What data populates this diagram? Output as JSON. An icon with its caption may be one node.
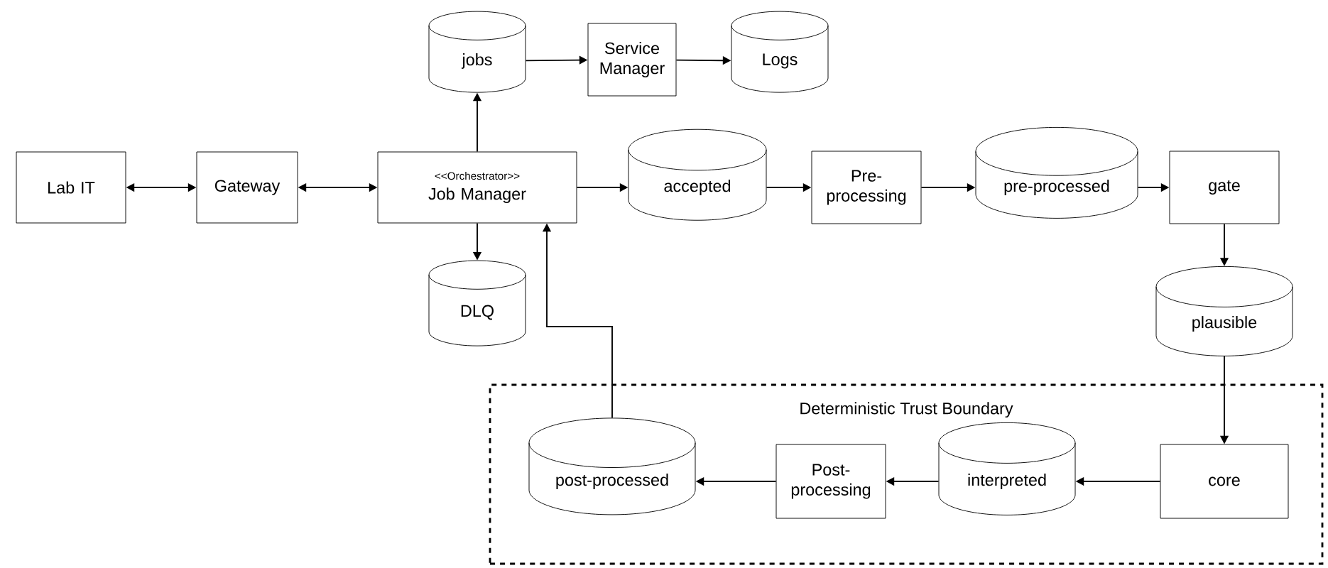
{
  "diagram": {
    "nodes": [
      {
        "text": [
          "Lab IT"
        ]
      },
      {
        "text": [
          "Gateway"
        ]
      },
      {
        "text": [
          "<<Orchestrator>>",
          "Job Manager"
        ]
      },
      {
        "text": [
          "jobs"
        ]
      },
      {
        "text": [
          "Service Manager"
        ]
      },
      {
        "text": [
          "Logs"
        ]
      },
      {
        "text": [
          "accepted"
        ]
      },
      {
        "text": [
          "Pre-processing"
        ]
      },
      {
        "text": [
          "pre-processed"
        ]
      },
      {
        "text": [
          "gate"
        ]
      },
      {
        "text": [
          "DLQ"
        ]
      },
      {
        "text": [
          "plausible"
        ]
      },
      {
        "text": [
          "Deterministic Trust Boundary"
        ]
      },
      {
        "text": [
          "core"
        ],
        "in": 12
      },
      {
        "text": [
          "interpreted"
        ],
        "in": 12
      },
      {
        "text": [
          "Post-processing"
        ],
        "in": 12
      },
      {
        "text": [
          "post-processed"
        ],
        "in": 12
      }
    ],
    "edges": [
      {
        "from": 0,
        "to": 1,
        "arrow": "both"
      },
      {
        "from": 1,
        "to": 2,
        "arrow": "both"
      },
      {
        "from": 2,
        "to": 3,
        "arrow": "to"
      },
      {
        "from": 3,
        "to": 4,
        "arrow": "to"
      },
      {
        "from": 4,
        "to": 5,
        "arrow": "to"
      },
      {
        "from": 2,
        "to": 6,
        "arrow": "to"
      },
      {
        "from": 6,
        "to": 7,
        "arrow": "to"
      },
      {
        "from": 7,
        "to": 8,
        "arrow": "to"
      },
      {
        "from": 8,
        "to": 9,
        "arrow": "to"
      },
      {
        "from": 2,
        "to": 10,
        "arrow": "to"
      },
      {
        "from": 9,
        "to": 11,
        "arrow": "to"
      },
      {
        "from": 11,
        "to": 13,
        "arrow": "to"
      },
      {
        "from": 13,
        "to": 14,
        "arrow": "to"
      },
      {
        "from": 14,
        "to": 15,
        "arrow": "to"
      },
      {
        "from": 15,
        "to": 16,
        "arrow": "to"
      },
      {
        "from": 16,
        "to": 2,
        "arrow": "to"
      }
    ]
  }
}
